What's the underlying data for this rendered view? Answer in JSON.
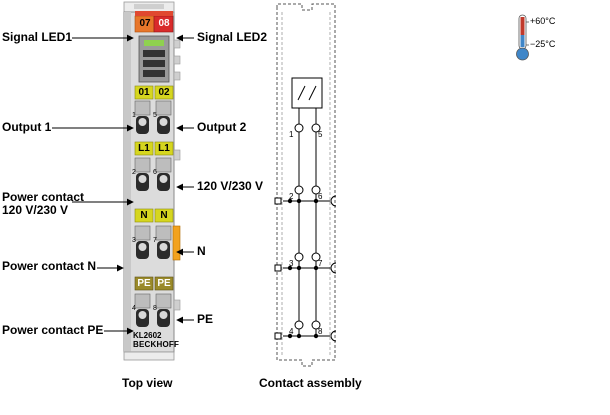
{
  "labels": {
    "signal_led1": "Signal LED1",
    "signal_led2": "Signal LED2",
    "output1": "Output 1",
    "output2": "Output 2",
    "power_contact_line1": "Power contact",
    "power_contact_line2": "120 V/230 V",
    "voltage_right": "120 V/230 V",
    "n_right": "N",
    "power_contact_n": "Power contact N",
    "pe_right": "PE",
    "power_contact_pe": "Power contact PE"
  },
  "module": {
    "led_top": [
      "07",
      "08"
    ],
    "out_labels": [
      "01",
      "02"
    ],
    "l_labels": [
      "L1",
      "L1"
    ],
    "n_labels": [
      "N",
      "N"
    ],
    "pe_labels": [
      "PE",
      "PE"
    ],
    "terminal_numbers": [
      "1",
      "5",
      "2",
      "6",
      "3",
      "7",
      "4",
      "8"
    ],
    "model": "KL2602",
    "brand": "BECKHOFF"
  },
  "captions": {
    "top_view": "Top view",
    "contact_assembly": "Contact assembly"
  },
  "temperature": {
    "max": "+60°C",
    "min": "−25°C"
  },
  "colors": {
    "led_orange": "#e8762a",
    "led_red": "#d92b2b",
    "label_yellow": "#d6d61f",
    "pe_olive": "#9a8a2a",
    "power_orange": "#f2a21e",
    "housing": "#dcdcdc",
    "thermo_red": "#c0392b",
    "thermo_blue": "#3f86c8"
  }
}
